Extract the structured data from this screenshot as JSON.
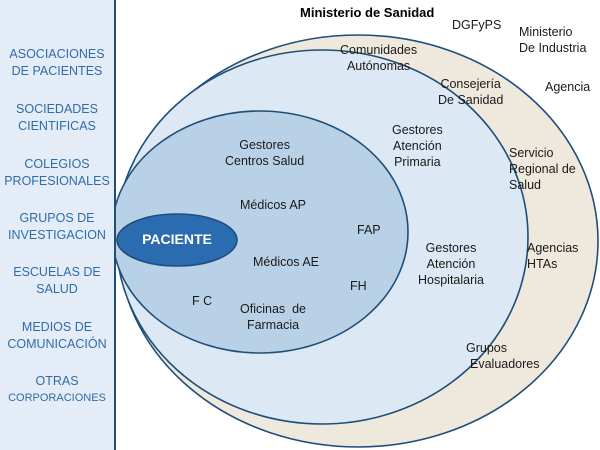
{
  "sidebar": {
    "items": [
      {
        "line1": "ASOCIACIONES",
        "line2": "DE PACIENTES"
      },
      {
        "line1": "SOCIEDADES",
        "line2": "CIENTIFICAS"
      },
      {
        "line1": "COLEGIOS",
        "line2": "PROFESIONALES"
      },
      {
        "line1": "GRUPOS DE",
        "line2": "INVESTIGACION"
      },
      {
        "line1": "ESCUELAS DE",
        "line2": "SALUD"
      },
      {
        "line1": "MEDIOS DE",
        "line2": "COMUNICACIÓN"
      },
      {
        "line1": "OTRAS",
        "line2": "CORPORACIONES"
      }
    ]
  },
  "outer": {
    "title": "Ministerio de Sanidad",
    "dgfyps": "DGFyPS",
    "ministerio_industria": [
      "Ministerio",
      "De Industria"
    ],
    "agencia": "Agencia"
  },
  "ring_autonomic": {
    "comunidades": [
      "Comunidades",
      "Autónomas"
    ],
    "consejeria": [
      "Consejería",
      "De Sanidad"
    ],
    "servicio": [
      "Servicio",
      "Regional de",
      "Salud"
    ],
    "agencias": [
      "Agencias",
      "HTAs"
    ],
    "grupos": [
      "Grupos",
      "Evaluadores"
    ]
  },
  "ring_gestores": {
    "atencion_primaria": [
      "Gestores",
      "Atención",
      "Primaria"
    ],
    "atencion_hospitalaria": [
      "Gestores",
      "Atención",
      "Hospitalaria"
    ]
  },
  "inner": {
    "gestores_centros": [
      "Gestores",
      "Centros Salud"
    ],
    "medicos_ap": "Médicos AP",
    "fap": "FAP",
    "medicos_ae": "Médicos AE",
    "fh": "FH",
    "fc": "F C",
    "oficinas": [
      "Oficinas  de",
      "Farmacia"
    ]
  },
  "patient": "PACIENTE",
  "colors": {
    "sidebar_bg": "#e4edf7",
    "sidebar_text": "#2f6ca8",
    "outer_ring_fill": "#efe9dd",
    "middle_ring_fill": "#dce8f3",
    "inner_fill": "#b9d1e6",
    "patient_fill": "#2b6cb0",
    "stroke": "#1f4e79"
  }
}
